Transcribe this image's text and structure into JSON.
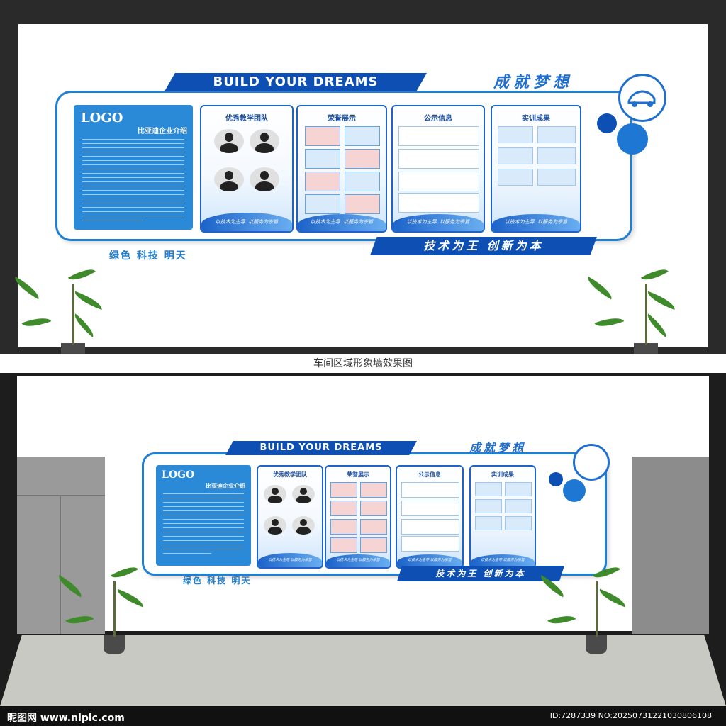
{
  "display": {
    "banner": "BUILD YOUR  DREAMS",
    "slogan": "成就梦想",
    "bottom_slogan": "技术为王  创新为本",
    "green_slogan": "绿色  科技  明天",
    "logo_text": "LOGO",
    "intro_title": "比亚迪企业介绍",
    "cards": [
      {
        "title": "优秀教学团队",
        "foot_left": "以技术为主导",
        "foot_right": "以服务为宗旨"
      },
      {
        "title": "荣誉展示",
        "foot_left": "以技术为主导",
        "foot_right": "以服务为宗旨"
      },
      {
        "title": "公示信息",
        "foot_left": "以技术为主导",
        "foot_right": "以服务为宗旨"
      },
      {
        "title": "实训成果",
        "foot_left": "以技术为主导",
        "foot_right": "以服务为宗旨"
      }
    ]
  },
  "caption": "车间区域形象墙效果图",
  "footer": {
    "site": "昵图网 www.nipic.com",
    "id": "ID:7287339 NO:20250731221030806108"
  },
  "colors": {
    "primary": "#0d4fb3",
    "accent": "#1f7fd3",
    "panel": "#2a8ad8"
  }
}
